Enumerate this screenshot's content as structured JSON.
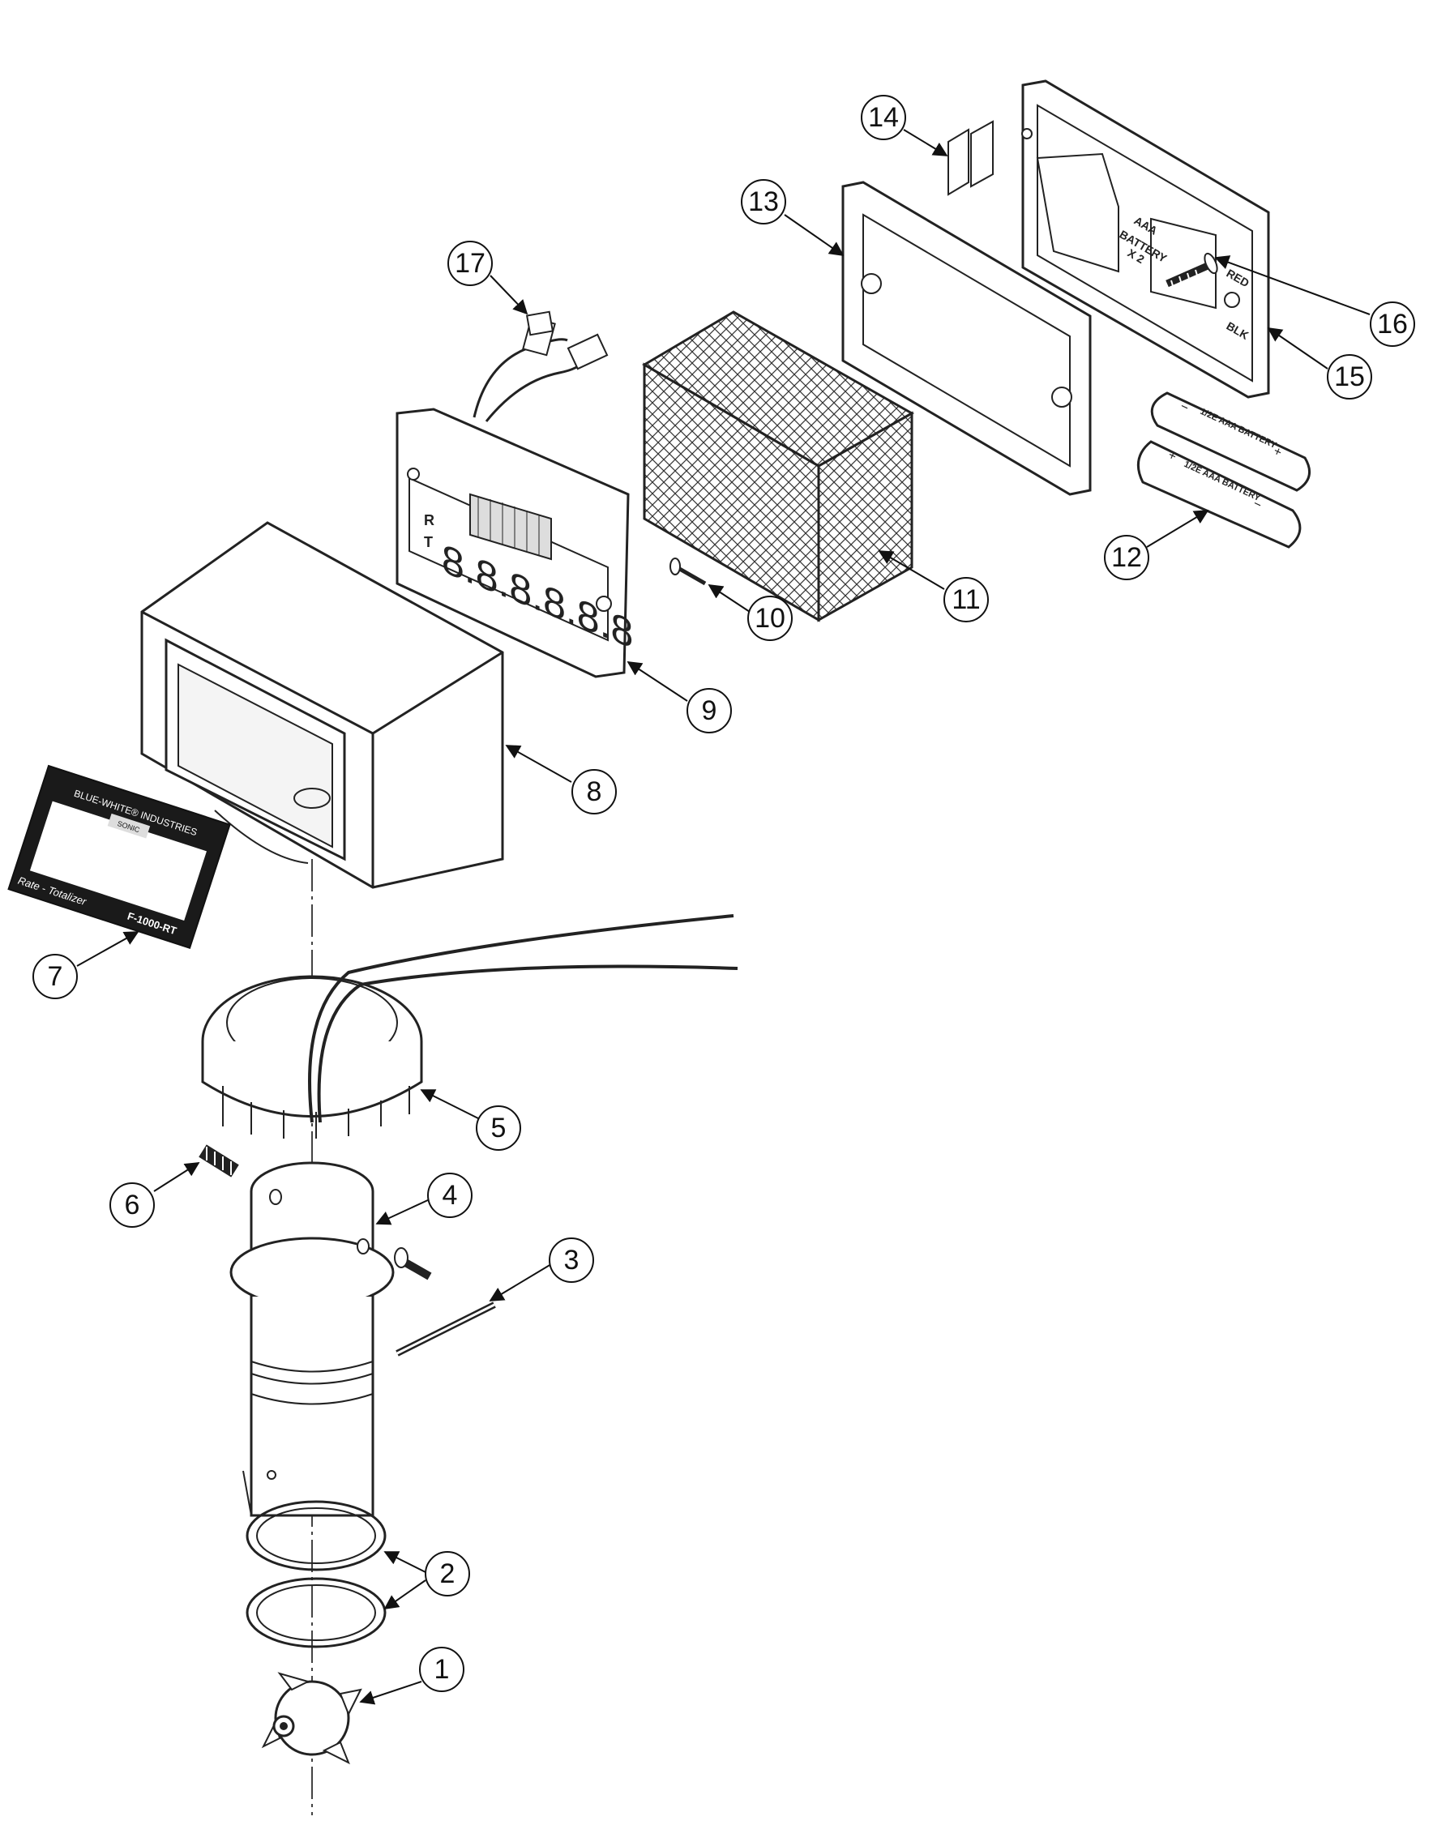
{
  "diagram": {
    "callouts": [
      {
        "id": "1",
        "label": "1"
      },
      {
        "id": "2",
        "label": "2"
      },
      {
        "id": "3",
        "label": "3"
      },
      {
        "id": "4",
        "label": "4"
      },
      {
        "id": "5",
        "label": "5"
      },
      {
        "id": "6",
        "label": "6"
      },
      {
        "id": "7",
        "label": "7"
      },
      {
        "id": "8",
        "label": "8"
      },
      {
        "id": "9",
        "label": "9"
      },
      {
        "id": "10",
        "label": "10"
      },
      {
        "id": "11",
        "label": "11"
      },
      {
        "id": "12",
        "label": "12"
      },
      {
        "id": "13",
        "label": "13"
      },
      {
        "id": "14",
        "label": "14"
      },
      {
        "id": "15",
        "label": "15"
      },
      {
        "id": "16",
        "label": "16"
      },
      {
        "id": "17",
        "label": "17"
      }
    ],
    "lens": {
      "brand": "BLUE-WHITE® INDUSTRIES",
      "product": "Rate - Totalizer",
      "model": "F-1000-RT",
      "badge": "SONIC"
    },
    "battery_holder": {
      "battery_type": "AAA",
      "battery_label": "BATTERY",
      "quantity": "X 2",
      "wire_red": "RED",
      "wire_black": "BLK"
    },
    "battery": {
      "label": "1/2E AAA BATTERY",
      "plus": "+",
      "minus": "−"
    },
    "display": {
      "row_r": "R",
      "row_t": "T",
      "digits": "8.8.8.8.8.8"
    }
  }
}
